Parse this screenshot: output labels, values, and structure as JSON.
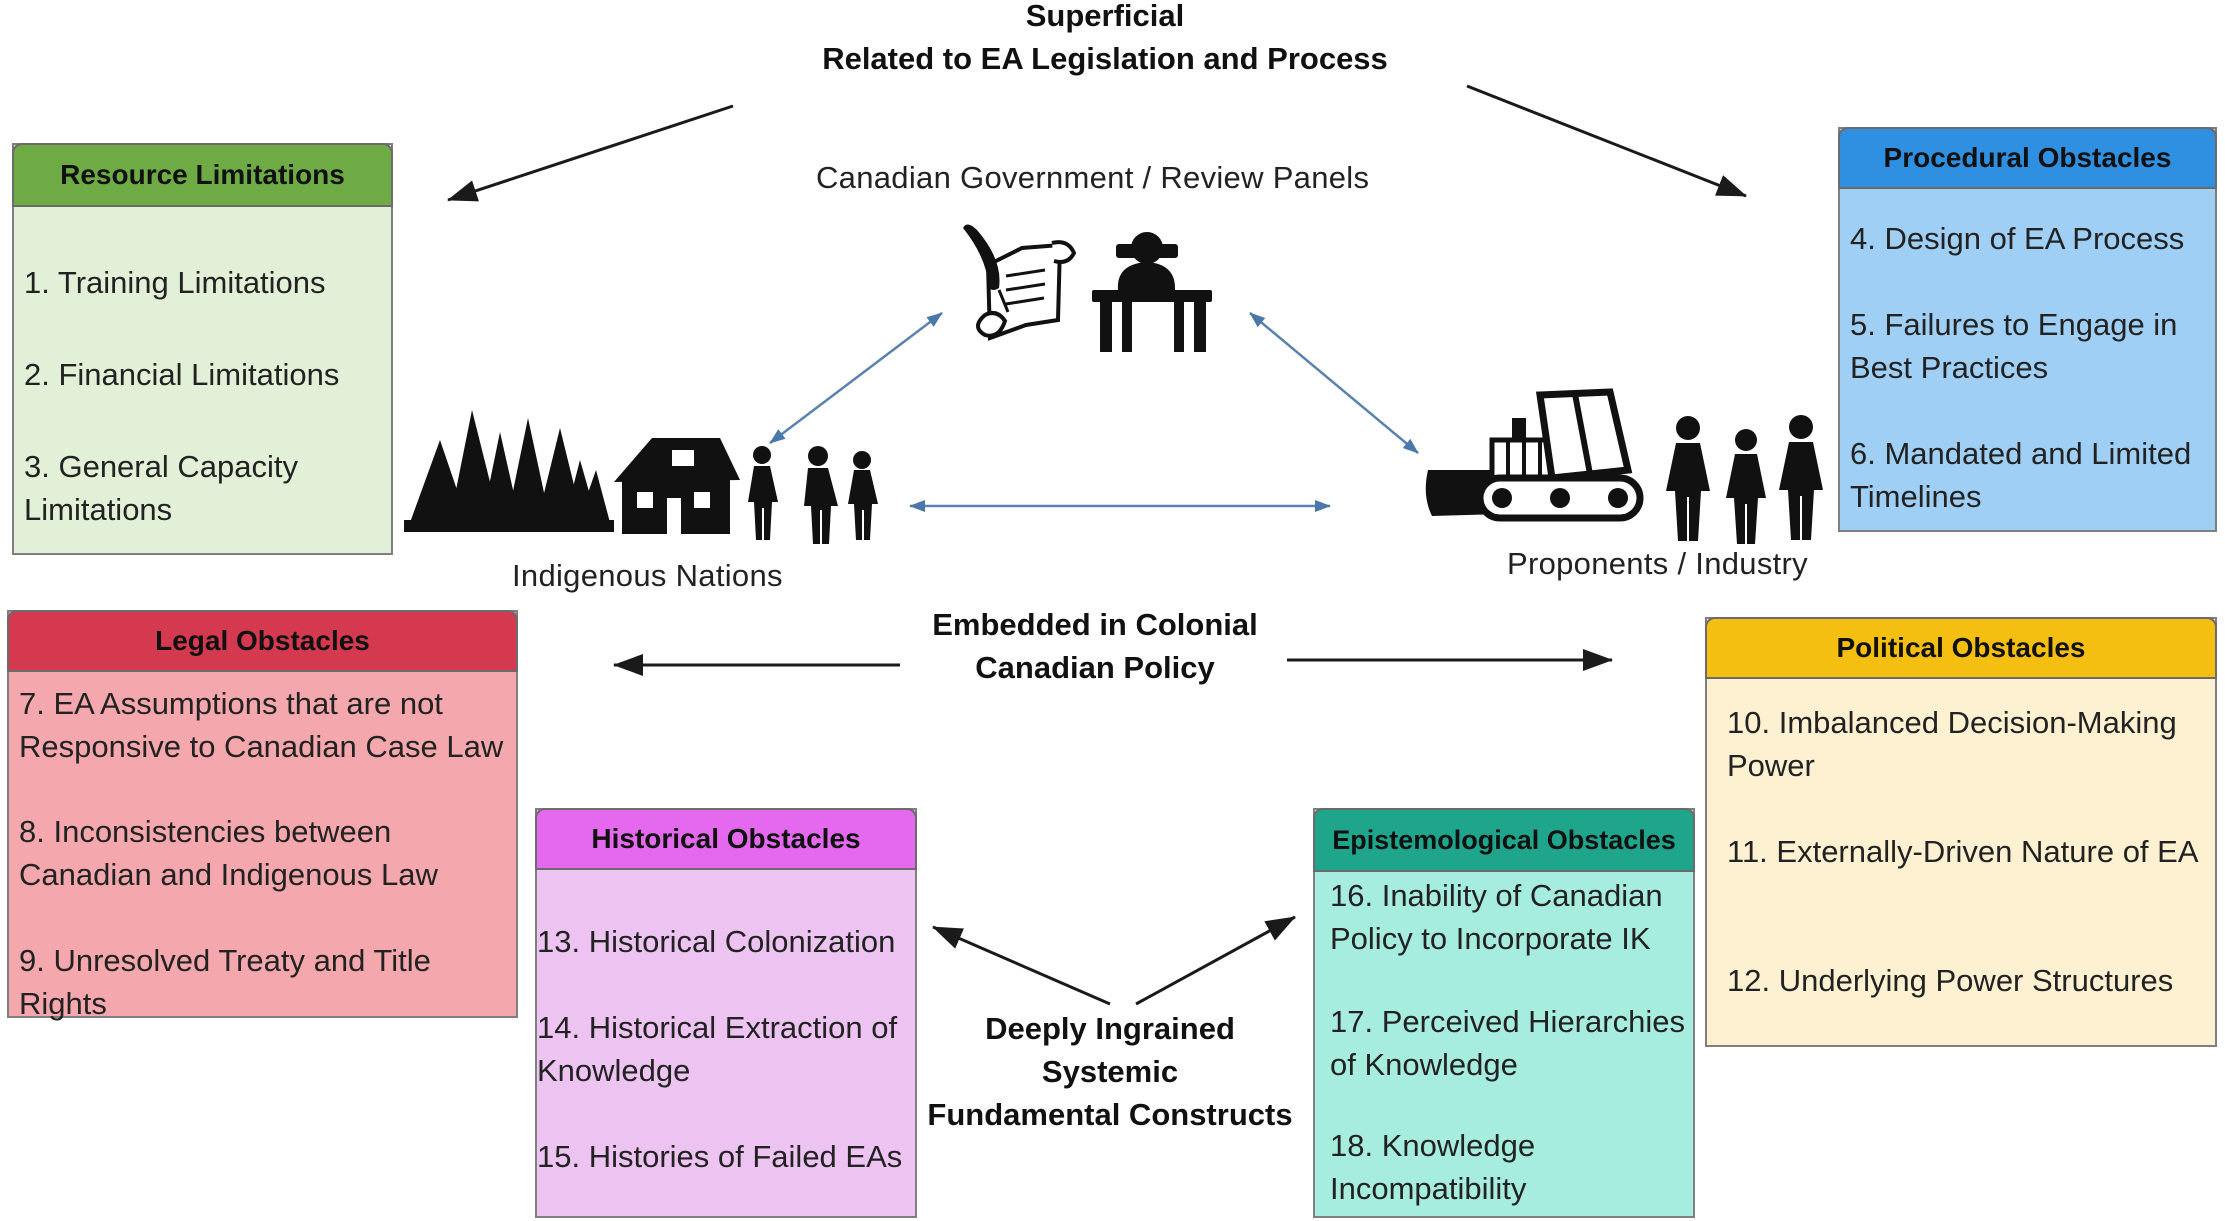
{
  "header": {
    "line1": "Superficial",
    "line2": "Related to EA Legislation and Process"
  },
  "middle_label": {
    "line1": "Embedded in Colonial",
    "line2": "Canadian Policy"
  },
  "bottom_label": {
    "line1": "Deeply Ingrained",
    "line2": "Systemic",
    "line3": "Fundamental Constructs"
  },
  "actors": {
    "government": "Canadian Government / Review Panels",
    "indigenous": "Indigenous Nations",
    "industry": "Proponents / Industry"
  },
  "boxes": {
    "resource": {
      "title": "Resource Limitations",
      "color_head": "#6fab45",
      "color_body": "#e3f0d8",
      "items": [
        "1. Training Limitations",
        "2. Financial Limitations",
        "3. General  Capacity Limitations"
      ]
    },
    "procedural": {
      "title": "Procedural Obstacles",
      "color_head": "#2f8fe0",
      "color_body": "#9fcff5",
      "items": [
        "4. Design of EA Process",
        "5. Failures to Engage in Best Practices",
        "6. Mandated and Limited Timelines"
      ]
    },
    "legal": {
      "title": "Legal Obstacles",
      "color_head": "#d4394f",
      "color_body": "#f4a8ae",
      "items": [
        "7. EA Assumptions that are not Responsive to Canadian Case Law",
        "8. Inconsistencies between Canadian and Indigenous Law",
        "9. Unresolved Treaty and Title Rights"
      ]
    },
    "political": {
      "title": "Political Obstacles",
      "color_head": "#f5bf12",
      "color_body": "#fdf1d2",
      "items": [
        "10. Imbalanced Decision-Making Power",
        "11. Externally-Driven Nature of EA",
        "12. Underlying Power Structures"
      ]
    },
    "historical": {
      "title": "Historical Obstacles",
      "color_head": "#e469ee",
      "color_body": "#edc4f1",
      "items": [
        "13. Historical Colonization",
        "14. Historical Extraction of   Knowledge",
        "15. Histories of Failed EAs"
      ]
    },
    "epistemological": {
      "title": "Epistemological Obstacles",
      "color_head": "#1ea58c",
      "color_body": "#a6ecdf",
      "items": [
        "16. Inability of Canadian Policy to Incorporate IK",
        "17. Perceived Hierarchies of Knowledge",
        "18. Knowledge Incompatibility"
      ]
    }
  }
}
